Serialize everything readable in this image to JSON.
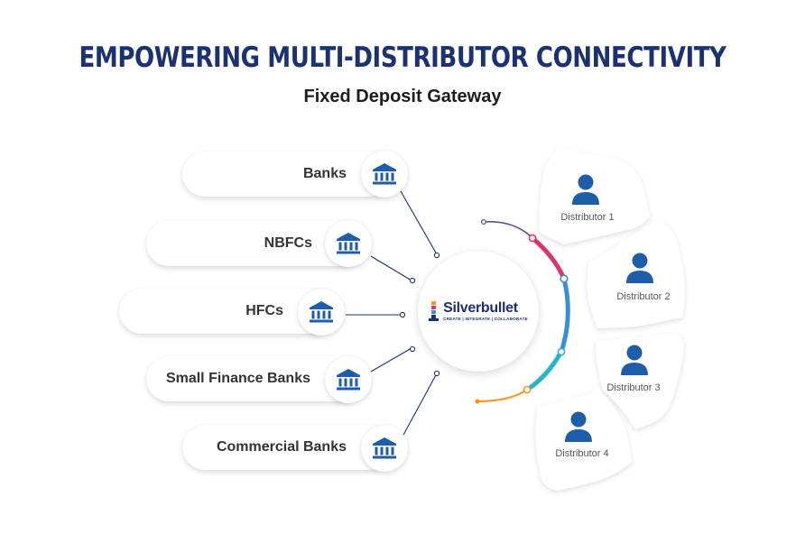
{
  "header": {
    "title": "EMPOWERING MULTI-DISTRIBUTOR CONNECTIVITY",
    "subtitle": "Fixed Deposit Gateway"
  },
  "institutions": [
    {
      "label": "Banks",
      "icon": "bank-icon"
    },
    {
      "label": "NBFCs",
      "icon": "bank-icon"
    },
    {
      "label": "HFCs",
      "icon": "bank-icon"
    },
    {
      "label": "Small Finance Banks",
      "icon": "bank-icon"
    },
    {
      "label": "Commercial Banks",
      "icon": "bank-icon"
    }
  ],
  "center": {
    "brand": "Silverbullet",
    "tagline": "CREATE | INTEGRATE | COLLABORATE"
  },
  "distributors": [
    {
      "label": "Distributor 1",
      "icon": "user-icon"
    },
    {
      "label": "Distributor 2",
      "icon": "user-icon"
    },
    {
      "label": "Distributor 3",
      "icon": "user-icon"
    },
    {
      "label": "Distributor 4",
      "icon": "user-icon"
    }
  ],
  "colors": {
    "title": "#1c3170",
    "icon": "#1e5ea8",
    "arc_pink": "#e0336b",
    "arc_blue": "#3b8fd6",
    "arc_teal": "#27b5c9",
    "arc_orange": "#f09a24",
    "arc_purple": "#6a4c93"
  }
}
